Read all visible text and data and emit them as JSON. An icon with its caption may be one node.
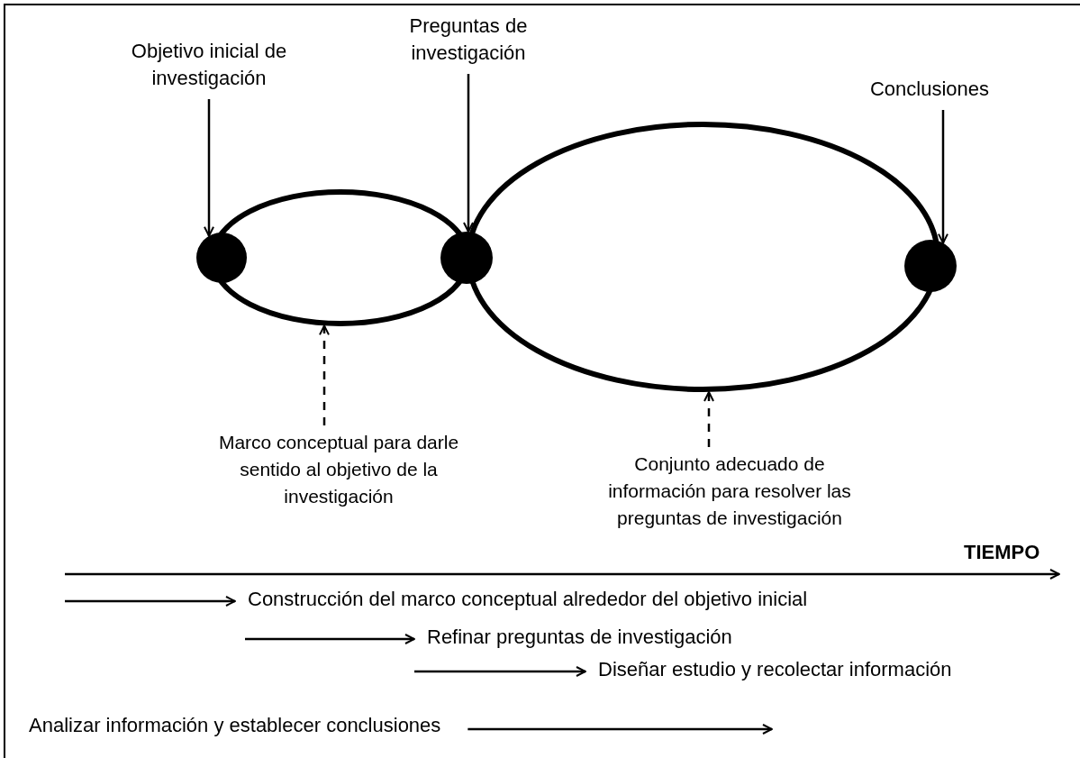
{
  "diagram": {
    "nodes": [
      {
        "text": [
          "Objetivo inicial de investigación"
        ]
      },
      {
        "text": [
          "Preguntas de investigación"
        ]
      },
      {
        "text": [
          "Conclusiones"
        ]
      },
      {
        "text": [],
        "shape": "circle"
      },
      {
        "text": [],
        "shape": "ellipse"
      },
      {
        "text": [],
        "shape": "circle"
      },
      {
        "text": [],
        "shape": "ellipse"
      },
      {
        "text": [],
        "shape": "circle"
      },
      {
        "text": [
          "Marco conceptual para darle sentido al objetivo de la investigación"
        ]
      },
      {
        "text": [
          "Conjunto adecuado de información para resolver las preguntas de investigación"
        ]
      },
      {
        "text": [
          "Construcción del marco conceptual alrededor del objetivo inicial"
        ]
      },
      {
        "text": [
          "Refinar preguntas de investigación"
        ]
      },
      {
        "text": [
          "Diseñar estudio y recolectar información"
        ]
      },
      {
        "text": [
          "Analizar información y establecer conclusiones"
        ]
      }
    ],
    "edges": [
      {
        "from": 0,
        "to": 3,
        "arrow": "to"
      },
      {
        "from": 1,
        "to": 5,
        "arrow": "to"
      },
      {
        "from": 2,
        "to": 7,
        "arrow": "to"
      },
      {
        "from": 8,
        "to": 4,
        "arrow": "to",
        "style": "dashed"
      },
      {
        "from": 9,
        "to": 6,
        "arrow": "to",
        "style": "dashed"
      },
      {
        "from": null,
        "to": 10,
        "arrow": "to"
      },
      {
        "from": null,
        "to": 11,
        "arrow": "to"
      },
      {
        "from": null,
        "to": 12,
        "arrow": "to"
      },
      {
        "from": 13,
        "to": null,
        "arrow": "to"
      }
    ],
    "labels": [
      "TIEMPO"
    ]
  }
}
